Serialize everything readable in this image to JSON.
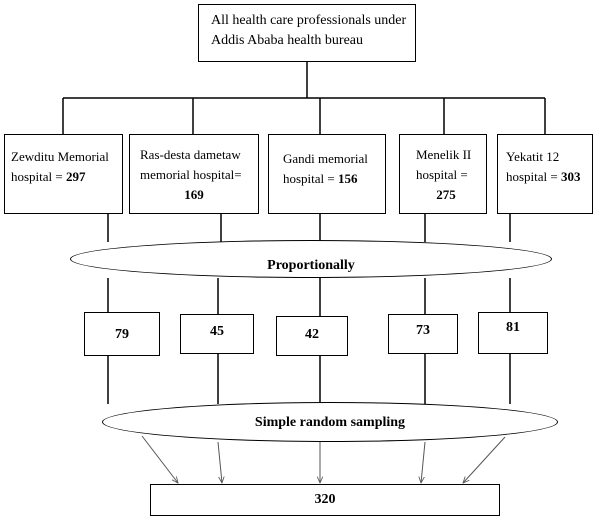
{
  "top": {
    "line1": "All health care professionals under",
    "line2": "Addis Ababa health bureau"
  },
  "hospitals": [
    {
      "line1": "Zewditu Memorial",
      "line2_text": "hospital = ",
      "line2_num": "297",
      "line3": ""
    },
    {
      "line1": "Ras-desta dametaw",
      "line2_text": "memorial hospital=",
      "line2_num": "",
      "line3": "169"
    },
    {
      "line1": "Gandi memorial",
      "line2_text": "hospital = ",
      "line2_num": "156",
      "line3": ""
    },
    {
      "line1": "Menelik II",
      "line2_text": "hospital =",
      "line2_num": "",
      "line3": "275"
    },
    {
      "line1": "Yekatit 12",
      "line2_text": "hospital = ",
      "line2_num": "303",
      "line3": ""
    }
  ],
  "proportionally_label": "Proportionally",
  "samples": [
    "79",
    "45",
    "42",
    "73",
    "81"
  ],
  "simple_random_label": "Simple random sampling",
  "total": "320"
}
